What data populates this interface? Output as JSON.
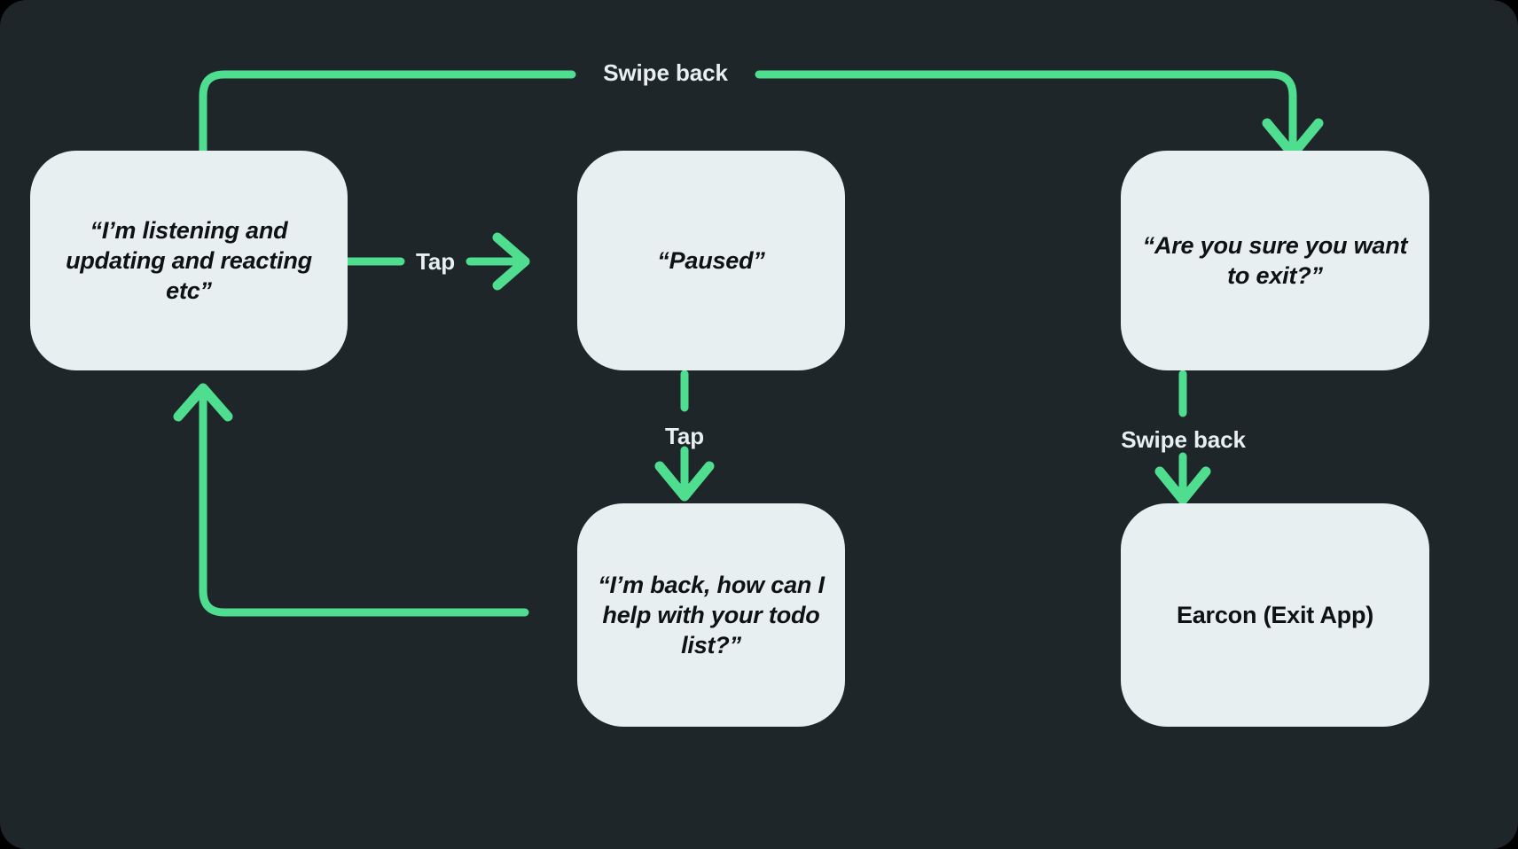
{
  "diagram": {
    "type": "flowchart",
    "background_color": "#1e2629",
    "node_fill_color": "#e8eff0",
    "node_text_color": "#0d1214",
    "edge_color": "#4fdd8f",
    "edge_label_color": "#e8eff0",
    "nodes": [
      {
        "id": "listening",
        "label": "“I’m listening and updating and reacting etc”",
        "style": "italic"
      },
      {
        "id": "paused",
        "label": "“Paused”",
        "style": "italic"
      },
      {
        "id": "confirm-exit",
        "label": "“Are you sure you want to exit?”",
        "style": "italic"
      },
      {
        "id": "im-back",
        "label": "“I’m back, how can I help with your todo list?”",
        "style": "italic"
      },
      {
        "id": "earcon-exit",
        "label": "Earcon (Exit App)",
        "style": "plain"
      }
    ],
    "edges": [
      {
        "id": "listening-to-confirm",
        "from": "listening",
        "to": "confirm-exit",
        "label": "Swipe back"
      },
      {
        "id": "listening-to-paused",
        "from": "listening",
        "to": "paused",
        "label": "Tap"
      },
      {
        "id": "paused-to-imback",
        "from": "paused",
        "to": "im-back",
        "label": "Tap"
      },
      {
        "id": "imback-to-listening",
        "from": "im-back",
        "to": "listening",
        "label": ""
      },
      {
        "id": "confirm-to-earcon",
        "from": "confirm-exit",
        "to": "earcon-exit",
        "label": "Swipe back"
      }
    ]
  }
}
